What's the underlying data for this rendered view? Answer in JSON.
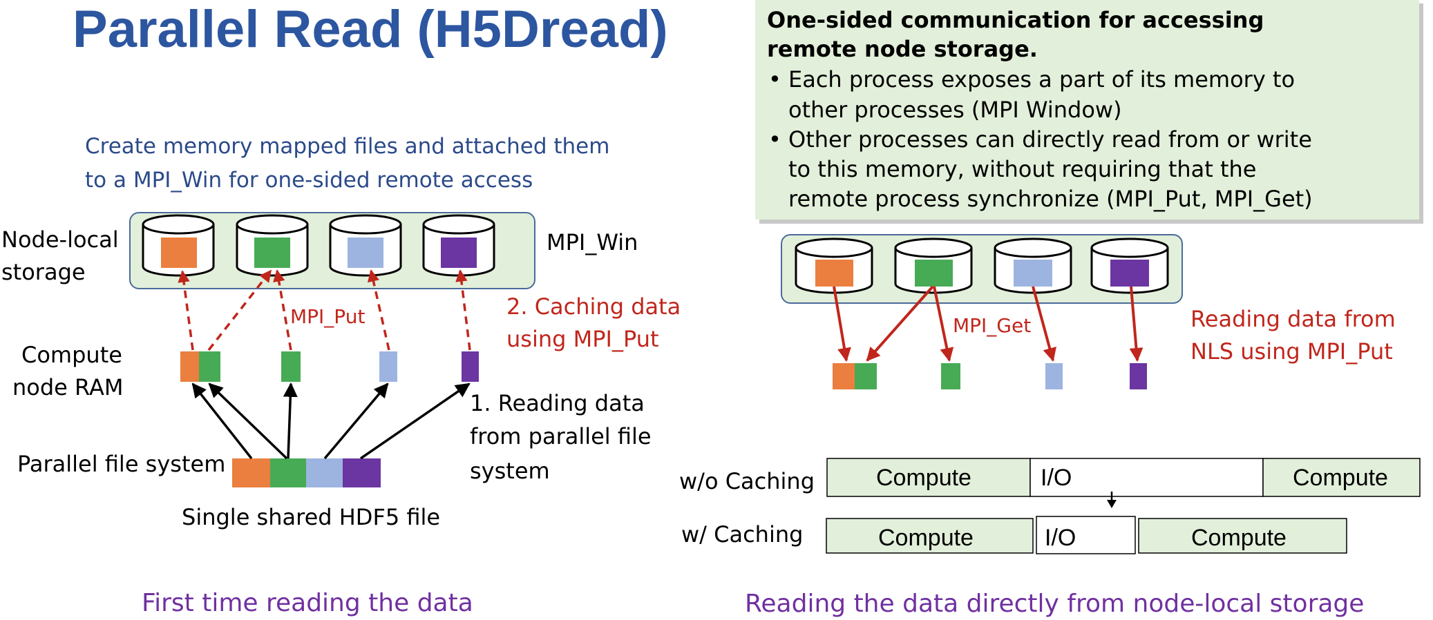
{
  "title": "Parallel Read (H5Dread)",
  "left": {
    "intro_line1": "Create memory mapped files and attached them",
    "intro_line2": "to a MPI_Win for one-sided remote access",
    "label_nls_line1": "Node-local",
    "label_nls_line2": "storage",
    "label_mpi_win": "MPI_Win",
    "label_ram_line1": "Compute",
    "label_ram_line2": "node RAM",
    "label_mpi_put": "MPI_Put",
    "caching_line1": "2. Caching data",
    "caching_line2": "using MPI_Put",
    "reading_line1": "1. Reading data",
    "reading_line2": "from parallel file",
    "reading_line3": "system",
    "label_pfs": "Parallel file system",
    "label_hdf5": "Single shared HDF5 file",
    "caption": "First time reading the data"
  },
  "infobox": {
    "heading_line1": "One-sided communication for accessing",
    "heading_line2": "remote node storage.",
    "bullet": "•",
    "bullet1_line1": "Each process exposes a part of its memory to",
    "bullet1_line2": "other processes  (MPI Window)",
    "bullet2_line1": "Other processes can directly read from or write",
    "bullet2_line2": "to this memory, without requiring that the",
    "bullet2_line3": "remote process synchronize (MPI_Put, MPI_Get)"
  },
  "right": {
    "label_mpi_get": "MPI_Get",
    "nls_line1": "Reading data from",
    "nls_line2": "NLS using MPI_Put",
    "row_wo_label": "w/o Caching",
    "row_w_label": "w/ Caching",
    "compute": "Compute",
    "io": "I/O",
    "caption": "Reading the data directly from node-local storage"
  },
  "colors": {
    "title_blue": "#2d56a0",
    "intro_blue": "#2b4a8a",
    "red": "#c0261c",
    "purple_caption": "#7030a0",
    "panel_green": "#e2efda",
    "box_border": "#4a6a9a",
    "orange": "#ea7f3f",
    "green": "#47ab55",
    "light_blue": "#9db4e0",
    "purple": "#6b35a2",
    "black": "#000000"
  }
}
